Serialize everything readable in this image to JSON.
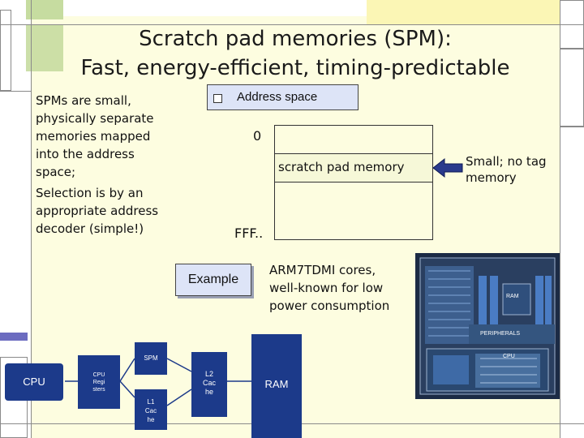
{
  "title": {
    "line1": "Scratch pad memories (SPM):",
    "line2": "Fast, energy-efficient, timing-predictable"
  },
  "left_text": {
    "para1": [
      "SPMs are small,",
      "physically separate",
      "memories mapped",
      "into the address",
      "space;"
    ],
    "para2": [
      "Selection is by an",
      "appropriate address",
      "decoder (simple!)"
    ]
  },
  "address_space_label": "Address space",
  "memory_map": {
    "start": "0",
    "region": "scratch pad memory",
    "end": "FFF.."
  },
  "side_note": [
    "Small; no tag",
    "memory"
  ],
  "example_label": "Example",
  "example_text": [
    "ARM7TDMI cores,",
    "well-known for low",
    "power consumption"
  ],
  "die": {
    "ram": "RAM",
    "peripherals": "PERIPHERALS",
    "cpu": "CPU"
  },
  "hierarchy": {
    "cpu": "CPU",
    "registers": [
      "CPU",
      "Regi",
      "sters"
    ],
    "spm": "SPM",
    "l1": [
      "L1",
      "Cac",
      "he"
    ],
    "l2": [
      "L2",
      "Cac",
      "he"
    ],
    "ram": "RAM"
  },
  "colors": {
    "slide_background": "#fdfde0",
    "box_fill": "#dde4f7",
    "hierarchy_blue": "#1c3a8a",
    "arrow": "#2a3a8c",
    "deco_green": "#c6dca0"
  }
}
